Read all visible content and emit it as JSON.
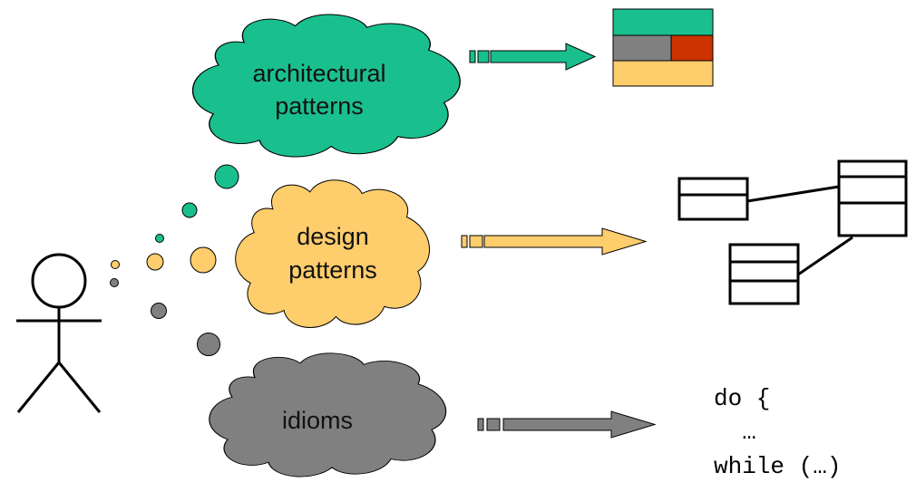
{
  "colors": {
    "architectural": "#1abf8e",
    "design": "#fecd6c",
    "idioms": "#808080",
    "red_block": "#cc3300",
    "outline": "#000000"
  },
  "clouds": {
    "architectural": {
      "line1": "architectural",
      "line2": "patterns"
    },
    "design": {
      "line1": "design",
      "line2": "patterns"
    },
    "idioms": {
      "line1": "idioms"
    }
  },
  "code_snippet": {
    "line1": "do {",
    "line2": "  …",
    "line3": "while (…)"
  },
  "icons": {
    "person": "stick-figure-icon",
    "architecture": "layered-blocks-icon",
    "design": "class-diagram-icon"
  }
}
